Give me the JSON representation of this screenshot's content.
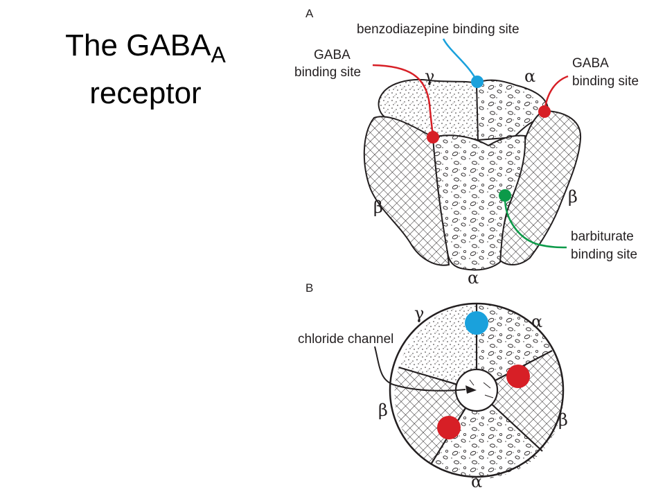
{
  "slide": {
    "title_main": "The GABA",
    "title_subscript": "A",
    "title_line2": "receptor"
  },
  "panel_a": {
    "panel_label": "A",
    "benzodiazepine_site": "benzodiazepine binding site",
    "gaba_site_left_line1": "GABA",
    "gaba_site_left_line2": "binding site",
    "gaba_site_right_line1": "GABA",
    "gaba_site_right_line2": "binding site",
    "barbiturate_site_line1": "barbiturate",
    "barbiturate_site_line2": "binding site",
    "subunit_gamma": "γ",
    "subunit_alpha_top": "α",
    "subunit_beta_left": "β",
    "subunit_beta_right": "β",
    "subunit_alpha_bottom": "α"
  },
  "panel_b": {
    "panel_label": "B",
    "chloride_channel": "chloride channel",
    "subunit_gamma": "γ",
    "subunit_alpha_top": "α",
    "subunit_beta_left": "β",
    "subunit_beta_right": "β",
    "subunit_alpha_bottom": "α"
  },
  "colors": {
    "gaba_site": "#d71f26",
    "benzodiazepine_site": "#1aa1dc",
    "barbiturate_site": "#0c9a49",
    "outline": "#231f20"
  }
}
